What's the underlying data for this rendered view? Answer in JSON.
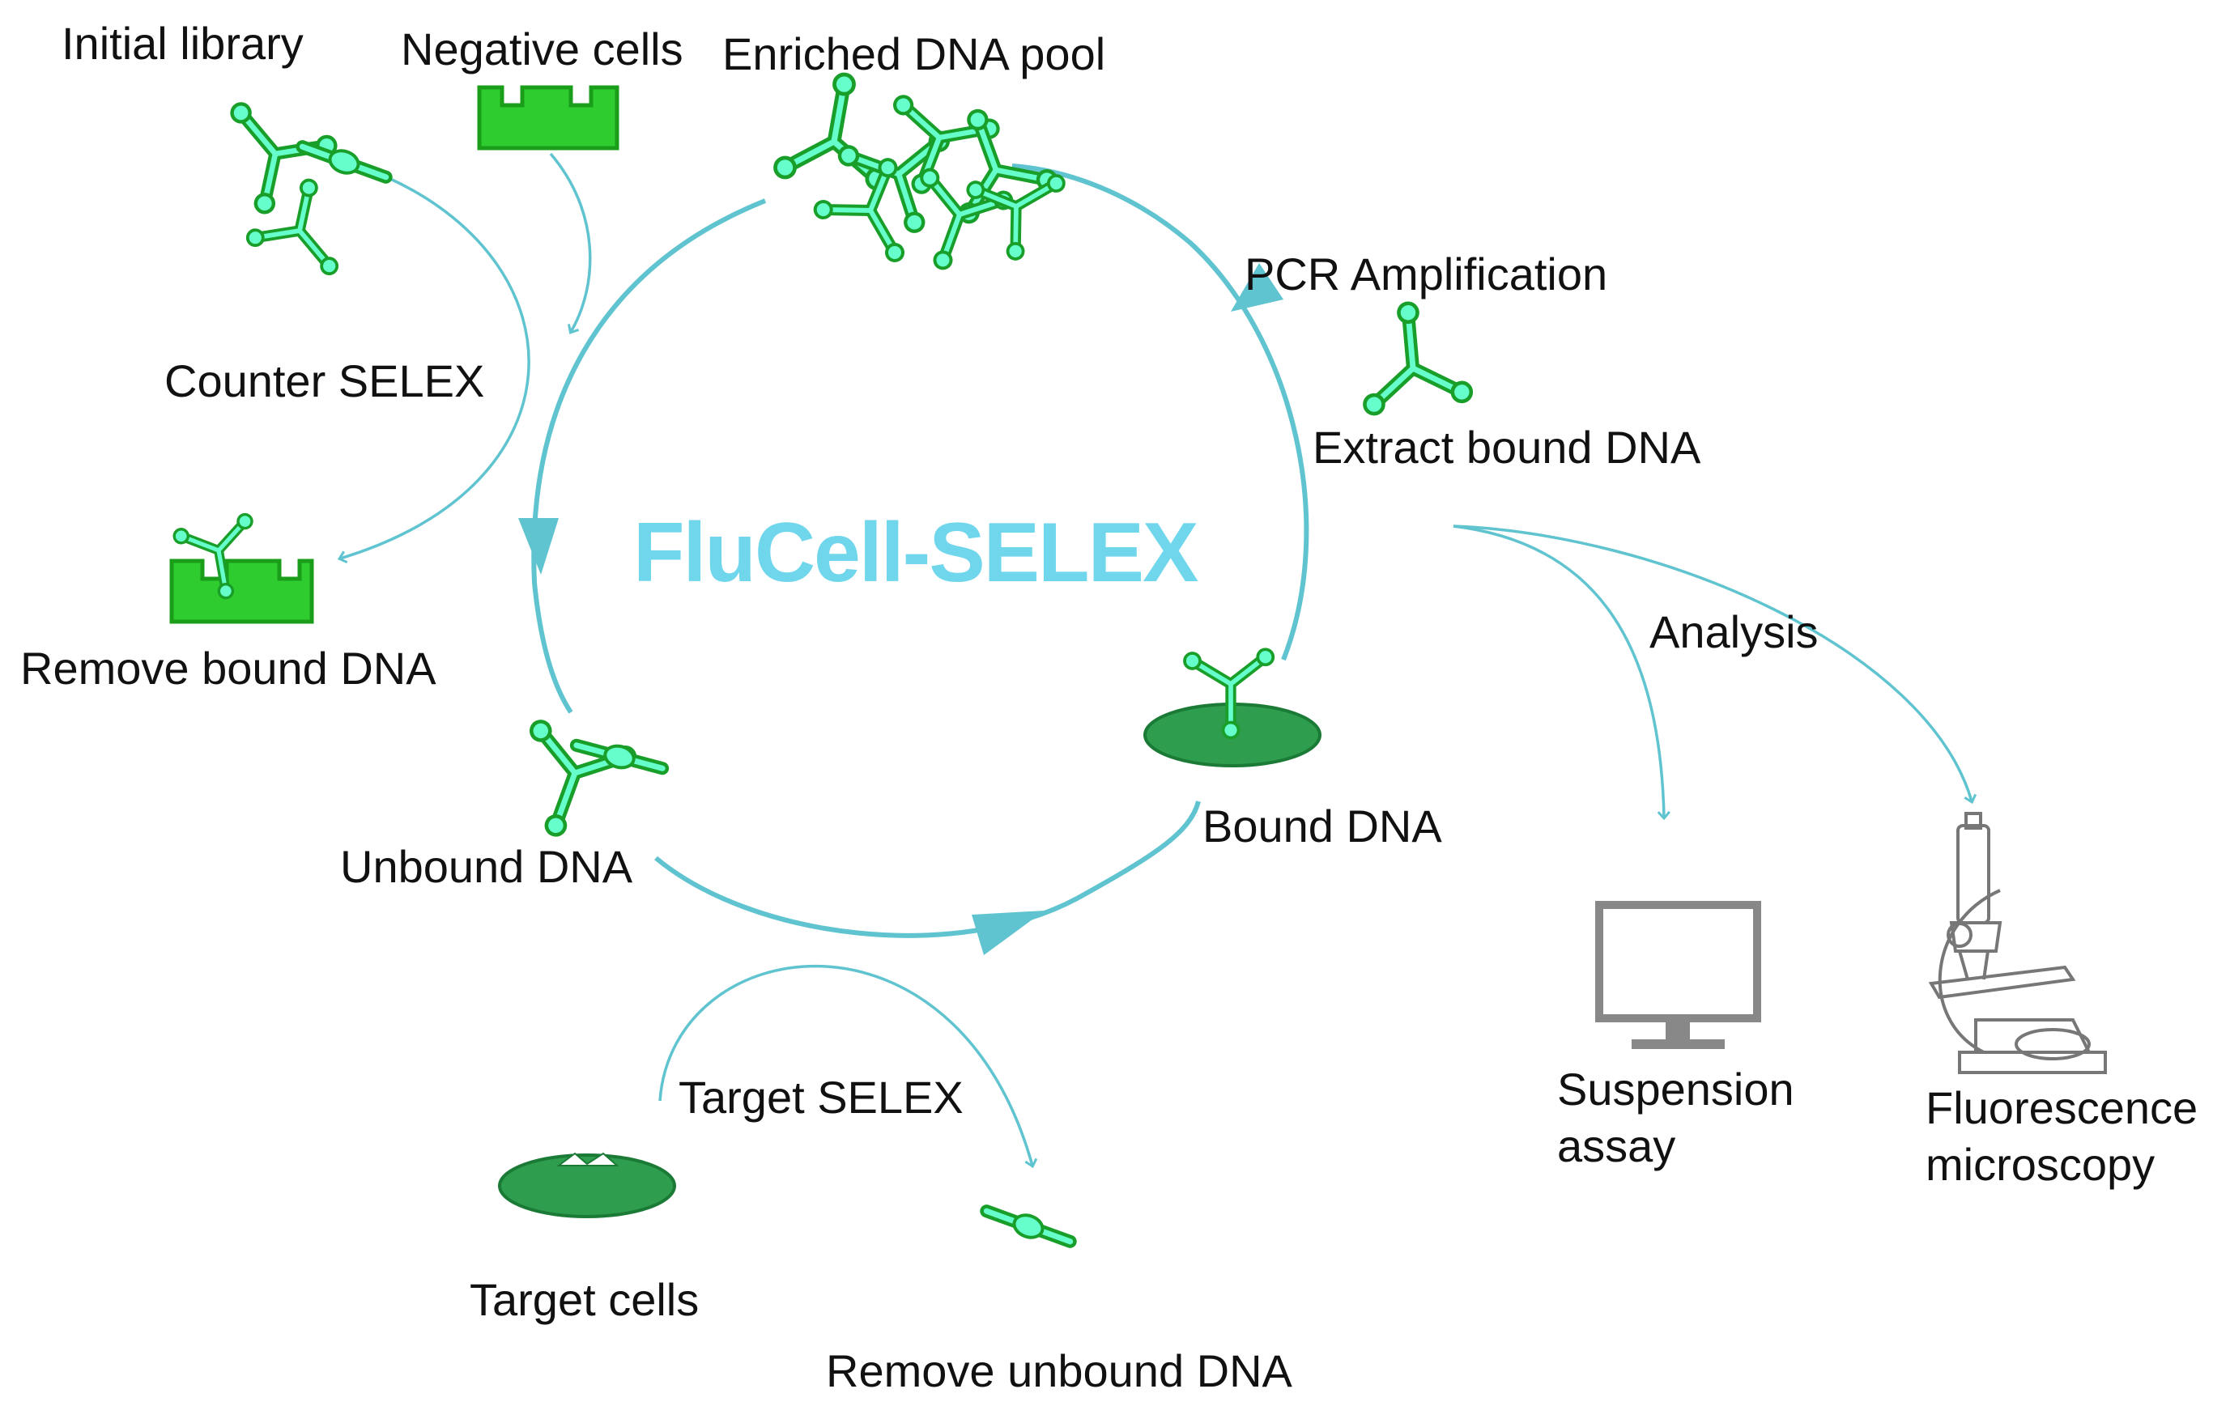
{
  "title": "FluCell-SELEX",
  "labels": {
    "initial_library": "Initial library",
    "negative_cells": "Negative cells",
    "enriched_pool": "Enriched DNA pool",
    "pcr": "PCR Amplification",
    "extract": "Extract bound DNA",
    "counter_selex": "Counter SELEX",
    "remove_bound": "Remove bound DNA",
    "unbound_dna": "Unbound DNA",
    "bound_dna": "Bound DNA",
    "analysis": "Analysis",
    "target_selex": "Target SELEX",
    "target_cells": "Target cells",
    "remove_unbound": "Remove unbound DNA",
    "suspension_1": "Suspension",
    "suspension_2": "assay",
    "fluorescence_1": "Fluorescence",
    "fluorescence_2": "microscopy"
  },
  "colors": {
    "cycle": "#5fc4cf",
    "title": "#6fd6ec",
    "dna_fill": "#66ffcc",
    "dna_stroke": "#1a9e2a",
    "cell_fill": "#2ecc2e",
    "cell_stroke": "#1a9e1a",
    "target_cell": "#2e9e4e",
    "device": "#888888"
  },
  "icons": [
    "dna-aptamer-icon",
    "negative-cell-icon",
    "target-cell-icon",
    "monitor-icon",
    "microscope-icon"
  ]
}
